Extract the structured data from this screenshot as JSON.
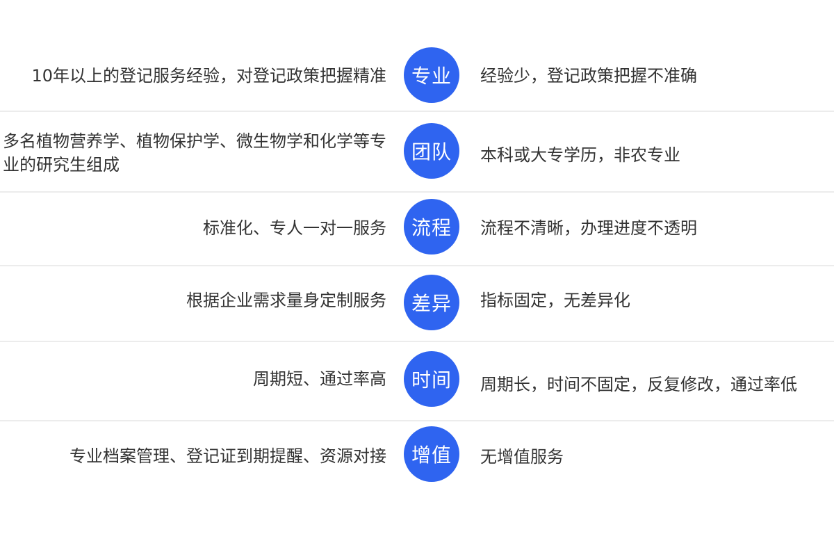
{
  "colors": {
    "badge_bg": "#2f64f0",
    "badge_text": "#ffffff",
    "text": "#333333",
    "divider": "#ececec"
  },
  "rows": [
    {
      "label": "专业",
      "ours": "10年以上的登记服务经验，对登记政策把握精准",
      "theirs": "经验少，登记政策把握不准确"
    },
    {
      "label": "团队",
      "ours": "多名植物营养学、植物保护学、微生物学和化学等专业的研究生组成",
      "theirs": "本科或大专学历，非农专业"
    },
    {
      "label": "流程",
      "ours": "标准化、专人一对一服务",
      "theirs": "流程不清晰，办理进度不透明"
    },
    {
      "label": "差异",
      "ours": "根据企业需求量身定制服务",
      "theirs": "指标固定，无差异化"
    },
    {
      "label": "时间",
      "ours": "周期短、通过率高",
      "theirs": "周期长，时间不固定，反复修改，通过率低"
    },
    {
      "label": "增值",
      "ours": "专业档案管理、登记证到期提醒、资源对接",
      "theirs": "无增值服务"
    }
  ]
}
